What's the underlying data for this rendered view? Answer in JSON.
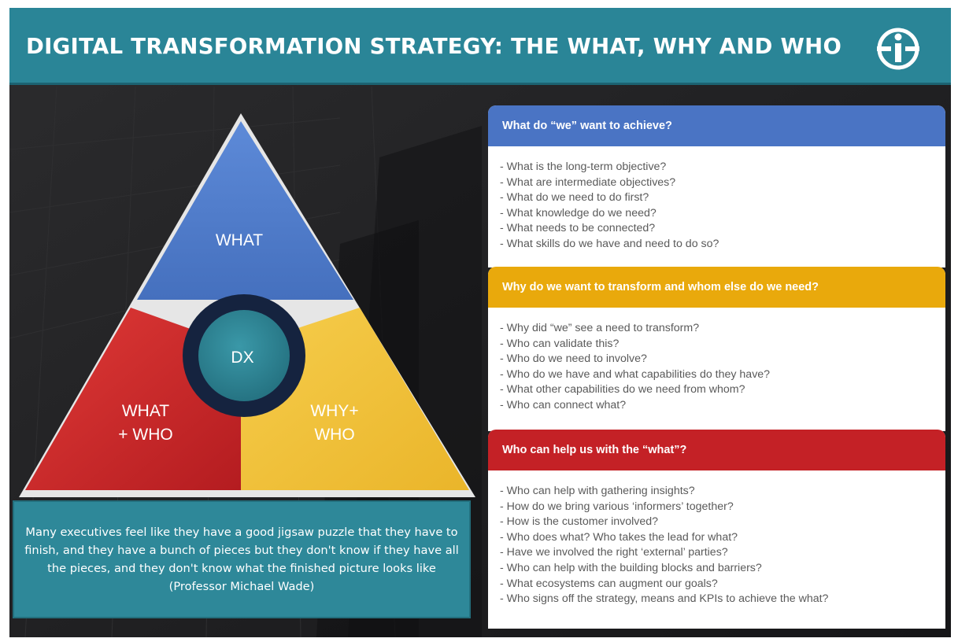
{
  "header": {
    "title": "DIGITAL TRANSFORMATION STRATEGY: THE WHAT, WHY AND WHO",
    "logo_icon": "gi-logo-icon"
  },
  "pyramid": {
    "top_label": "WHAT",
    "center_label": "DX",
    "left_label_line1": "WHAT",
    "left_label_line2": "+ WHO",
    "right_label_line1": "WHY+",
    "right_label_line2": "WHO",
    "colors": {
      "top": "#4f7bc8",
      "left": "#cf2a2b",
      "right": "#f1c13a",
      "center": "#2e8899",
      "ring": "#15233f"
    }
  },
  "quote": {
    "text": "Many executives feel like they have a good jigsaw puzzle that they have to finish, and they have a bunch of pieces but they don't know if they have all the pieces, and they don't know what the finished picture looks like (Professor Michael Wade)"
  },
  "cards": [
    {
      "title": "What do “we” want to achieve?",
      "color": "#4a74c4",
      "items": [
        "- What is the long-term objective?",
        "- What are intermediate objectives?",
        "- What do we need to do first?",
        "- What knowledge do we need?",
        "- What needs to be connected?",
        "- What skills do we have and need to do so?"
      ]
    },
    {
      "title": "Why do we want to transform and whom else do we need?",
      "color": "#e9a90c",
      "items": [
        "- Why did “we” see a need to transform?",
        "- Who can validate this?",
        "- Who do we need to involve?",
        "- Who do we have and what capabilities do they have?",
        "- What other capabilities do we need from whom?",
        "- Who can connect what?"
      ]
    },
    {
      "title": "Who can help us with the “what”?",
      "color": "#c42126",
      "items": [
        "- Who can help with gathering insights?",
        "- How do we bring various ‘informers’ together?",
        "- How is the customer involved?",
        "- Who does what? Who takes the lead for what?",
        "- Have we involved the right ‘external’ parties?",
        "- Who can help with the building blocks and barriers?",
        "- What ecosystems can augment our goals?",
        "- Who signs off the strategy, means and KPIs to achieve the what?"
      ]
    }
  ]
}
